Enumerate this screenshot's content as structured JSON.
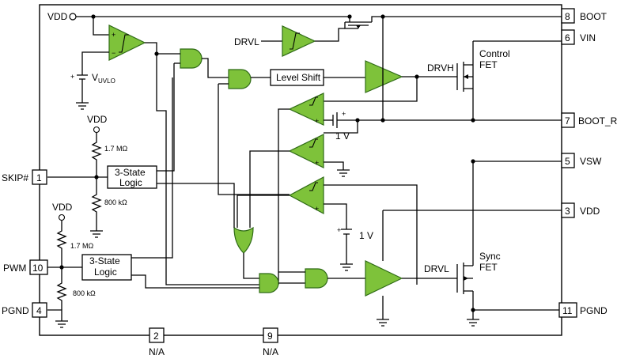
{
  "pins_right": [
    {
      "num": "8",
      "label": "BOOT"
    },
    {
      "num": "6",
      "label": "VIN"
    },
    {
      "num": "7",
      "label": "BOOT_R"
    },
    {
      "num": "5",
      "label": "VSW"
    },
    {
      "num": "3",
      "label": "VDD"
    },
    {
      "num": "11",
      "label": "PGND"
    }
  ],
  "pins_left": [
    {
      "num": "1",
      "label": "SKIP#"
    },
    {
      "num": "10",
      "label": "PWM"
    },
    {
      "num": "4",
      "label": "PGND"
    }
  ],
  "pins_bottom": [
    {
      "num": "2",
      "label": "N/A"
    },
    {
      "num": "9",
      "label": "N/A"
    }
  ],
  "signals": {
    "vdd_top": "VDD",
    "drvl_in": "DRVL",
    "drvh": "DRVH",
    "drvl_out": "DRVL",
    "vuvlo_main": "V",
    "vuvlo_sub": "UVLO",
    "vdd_skip": "VDD",
    "vdd_pwm": "VDD"
  },
  "blocks": {
    "level_shift": "Level Shift",
    "logic_skip_1": "3-State",
    "logic_skip_2": "Logic",
    "logic_pwm_1": "3-State",
    "logic_pwm_2": "Logic"
  },
  "components": {
    "control_fet_1": "Control",
    "control_fet_2": "FET",
    "sync_fet_1": "Sync",
    "sync_fet_2": "FET",
    "r_skip_top": "1.7 MΩ",
    "r_skip_bot": "800 kΩ",
    "r_pwm_top": "1.7 MΩ",
    "r_pwm_bot": "800 kΩ",
    "v_boot": "1 V",
    "v_ref": "1 V"
  },
  "colors": {
    "accent_green": "#7ec23a"
  }
}
